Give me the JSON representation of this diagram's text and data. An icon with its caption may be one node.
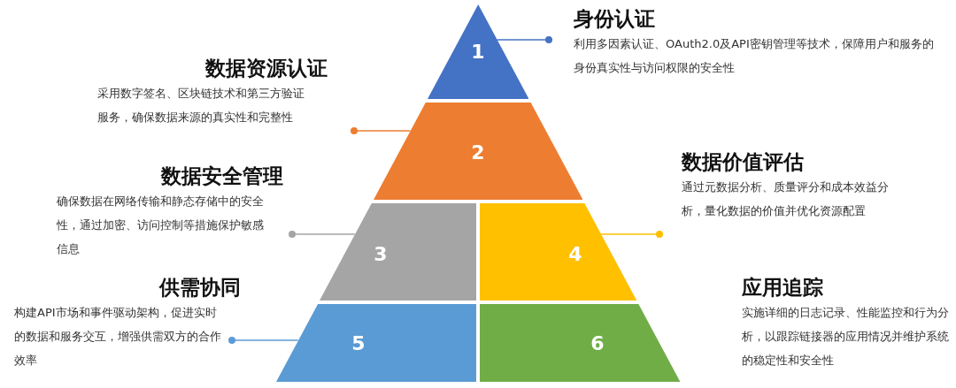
{
  "diagram": {
    "nodes": [
      {
        "text": [
          "1"
        ]
      },
      {
        "text": [
          "2"
        ]
      },
      {
        "text": [
          "3"
        ]
      },
      {
        "text": [
          "4"
        ]
      },
      {
        "text": [
          "5"
        ]
      },
      {
        "text": [
          "6"
        ]
      },
      {
        "text": [
          "身份认证",
          "利用多因素认证、OAuth2.0及API密钥管理等技术，保障用户和服务的身份真实性与访问权限的安全性"
        ]
      },
      {
        "text": [
          "数据资源认证",
          "采用数字签名、区块链技术和第三方验证服务，确保数据来源的真实性和完整性"
        ]
      },
      {
        "text": [
          "数据安全管理",
          "确保数据在网络传输和静态存储中的安全性，通过加密、访问控制等措施保护敏感信息"
        ]
      },
      {
        "text": [
          "数据价值评估",
          "通过元数据分析、质量评分和成本效益分析，量化数据的价值并优化资源配置"
        ]
      },
      {
        "text": [
          "供需协同",
          "构建API市场和事件驱动架构，促进实时的数据和服务交互，增强供需双方的合作效率"
        ]
      },
      {
        "text": [
          "应用追踪",
          "实施详细的日志记录、性能监控和行为分析，以跟踪链接器的应用情况并维护系统的稳定性和安全性"
        ]
      }
    ],
    "edges": [
      {
        "from": 0,
        "to": 6,
        "arrow": "other",
        "color": "#4472c4"
      },
      {
        "from": 1,
        "to": 7,
        "arrow": "other",
        "color": "#ed7d31"
      },
      {
        "from": 2,
        "to": 8,
        "arrow": "other",
        "color": "#a5a5a5"
      },
      {
        "from": 3,
        "to": 9,
        "arrow": "other",
        "color": "#ffc000"
      },
      {
        "from": 4,
        "to": 10,
        "arrow": "other",
        "color": "#5b9bd5"
      }
    ]
  }
}
